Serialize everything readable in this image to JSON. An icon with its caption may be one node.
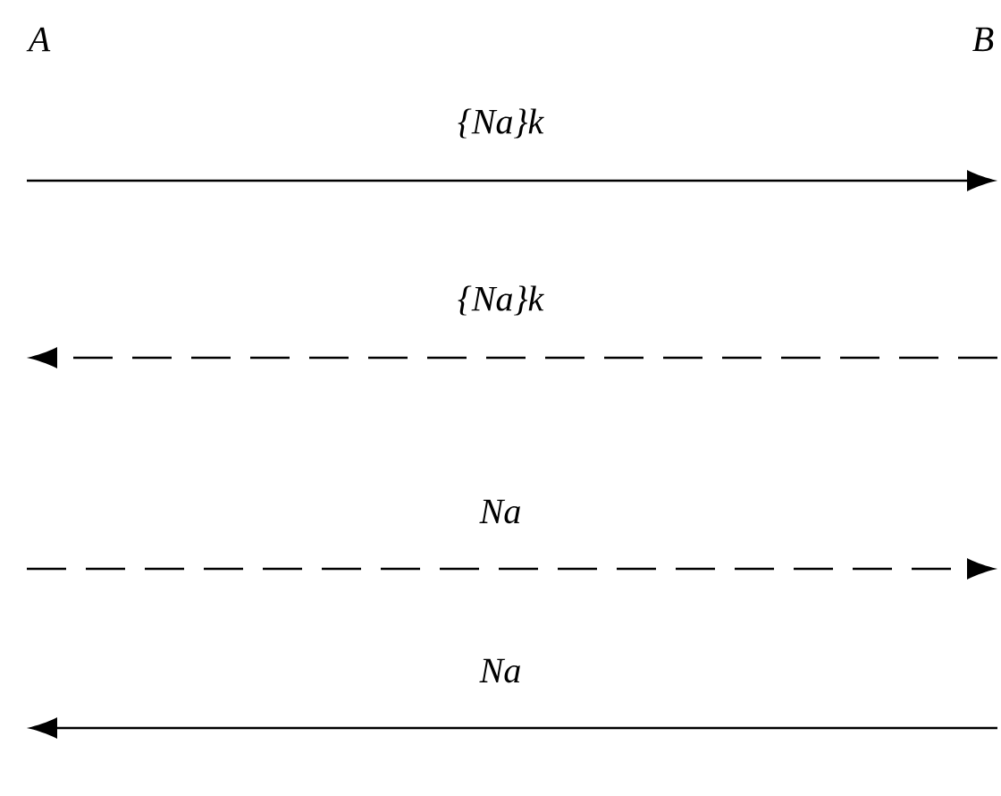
{
  "diagram": {
    "labels": [
      "A",
      "B",
      "{Na}k",
      "{Na}k",
      "Na",
      "Na"
    ]
  }
}
